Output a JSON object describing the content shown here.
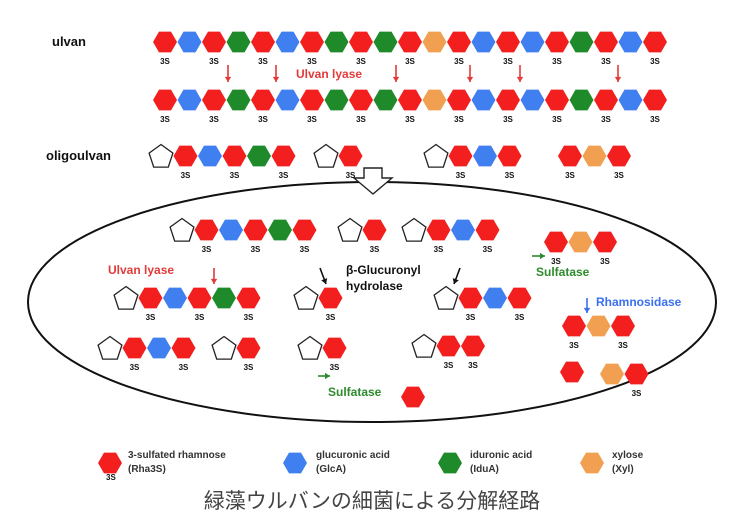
{
  "colors": {
    "red": "#f31f1f",
    "blue": "#3f7ff0",
    "green": "#1f8a2a",
    "orange": "#f0a050",
    "label_red": "#e33a3a",
    "label_green": "#2e8b2e",
    "label_blue": "#3a6ff0"
  },
  "labels": {
    "ulvan": "ulvan",
    "oligoulvan": "oligoulvan",
    "ulvan_lyase": "Ulvan lyase",
    "beta_glucuronyl_1": "β-Glucuronyl",
    "beta_glucuronyl_2": "hydrolase",
    "sulfatase": "Sulfatase",
    "rhamnosidase": "Rhamnosidase",
    "sulfate_mark": "3S"
  },
  "legend": [
    {
      "shape": "red",
      "name": "3-sulfated rhamnose",
      "abbr": "(Rha3S)",
      "sub": "3S"
    },
    {
      "shape": "blue",
      "name": "glucuronic acid",
      "abbr": "(GlcA)",
      "sub": ""
    },
    {
      "shape": "green",
      "name": "iduronic acid",
      "abbr": "(IduA)",
      "sub": ""
    },
    {
      "shape": "orange",
      "name": "xylose",
      "abbr": "(Xyl)",
      "sub": ""
    }
  ],
  "caption": "緑藻ウルバンの細菌による分解経路"
}
